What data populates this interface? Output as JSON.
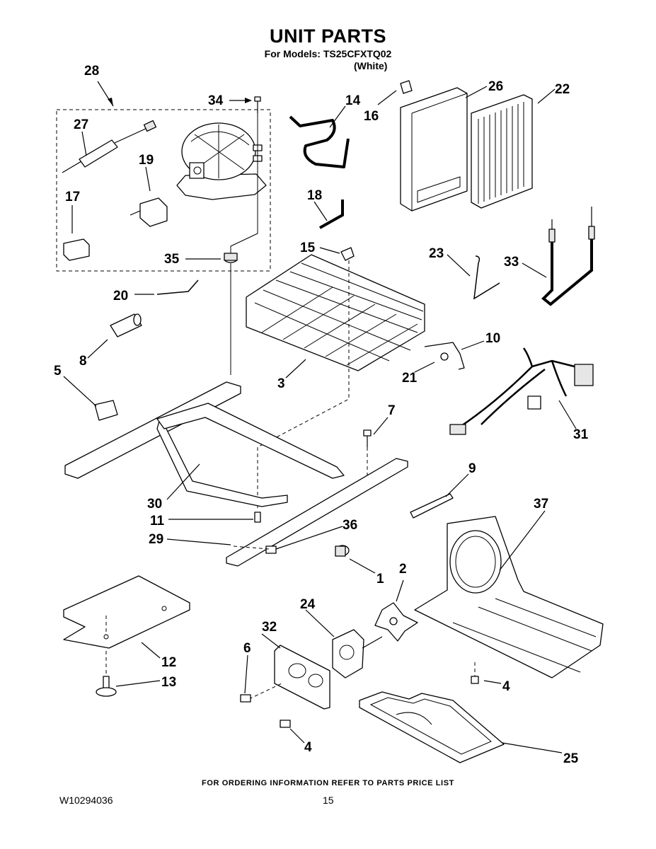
{
  "header": {
    "title": "UNIT PARTS",
    "models_line": "For Models: TS25CFXTQ02",
    "color_line": "(White)"
  },
  "footer": {
    "ordering_note": "FOR ORDERING INFORMATION REFER TO PARTS PRICE LIST",
    "document_number": "W10294036",
    "page_number": "15"
  },
  "callouts": [
    {
      "id": "c28",
      "label": "28"
    },
    {
      "id": "c34",
      "label": "34"
    },
    {
      "id": "c14",
      "label": "14"
    },
    {
      "id": "c16",
      "label": "16"
    },
    {
      "id": "c26",
      "label": "26"
    },
    {
      "id": "c22",
      "label": "22"
    },
    {
      "id": "c27",
      "label": "27"
    },
    {
      "id": "c19",
      "label": "19"
    },
    {
      "id": "c17",
      "label": "17"
    },
    {
      "id": "c18",
      "label": "18"
    },
    {
      "id": "c35",
      "label": "35"
    },
    {
      "id": "c15",
      "label": "15"
    },
    {
      "id": "c23",
      "label": "23"
    },
    {
      "id": "c33",
      "label": "33"
    },
    {
      "id": "c20",
      "label": "20"
    },
    {
      "id": "c10",
      "label": "10"
    },
    {
      "id": "c8",
      "label": "8"
    },
    {
      "id": "c5",
      "label": "5"
    },
    {
      "id": "c3",
      "label": "3"
    },
    {
      "id": "c21",
      "label": "21"
    },
    {
      "id": "c7",
      "label": "7"
    },
    {
      "id": "c31",
      "label": "31"
    },
    {
      "id": "c9",
      "label": "9"
    },
    {
      "id": "c30",
      "label": "30"
    },
    {
      "id": "c37",
      "label": "37"
    },
    {
      "id": "c11",
      "label": "11"
    },
    {
      "id": "c36",
      "label": "36"
    },
    {
      "id": "c29",
      "label": "29"
    },
    {
      "id": "c1",
      "label": "1"
    },
    {
      "id": "c2",
      "label": "2"
    },
    {
      "id": "c24",
      "label": "24"
    },
    {
      "id": "c32",
      "label": "32"
    },
    {
      "id": "c6",
      "label": "6"
    },
    {
      "id": "c12",
      "label": "12"
    },
    {
      "id": "c13",
      "label": "13"
    },
    {
      "id": "c4a",
      "label": "4"
    },
    {
      "id": "c4b",
      "label": "4"
    },
    {
      "id": "c25",
      "label": "25"
    }
  ]
}
